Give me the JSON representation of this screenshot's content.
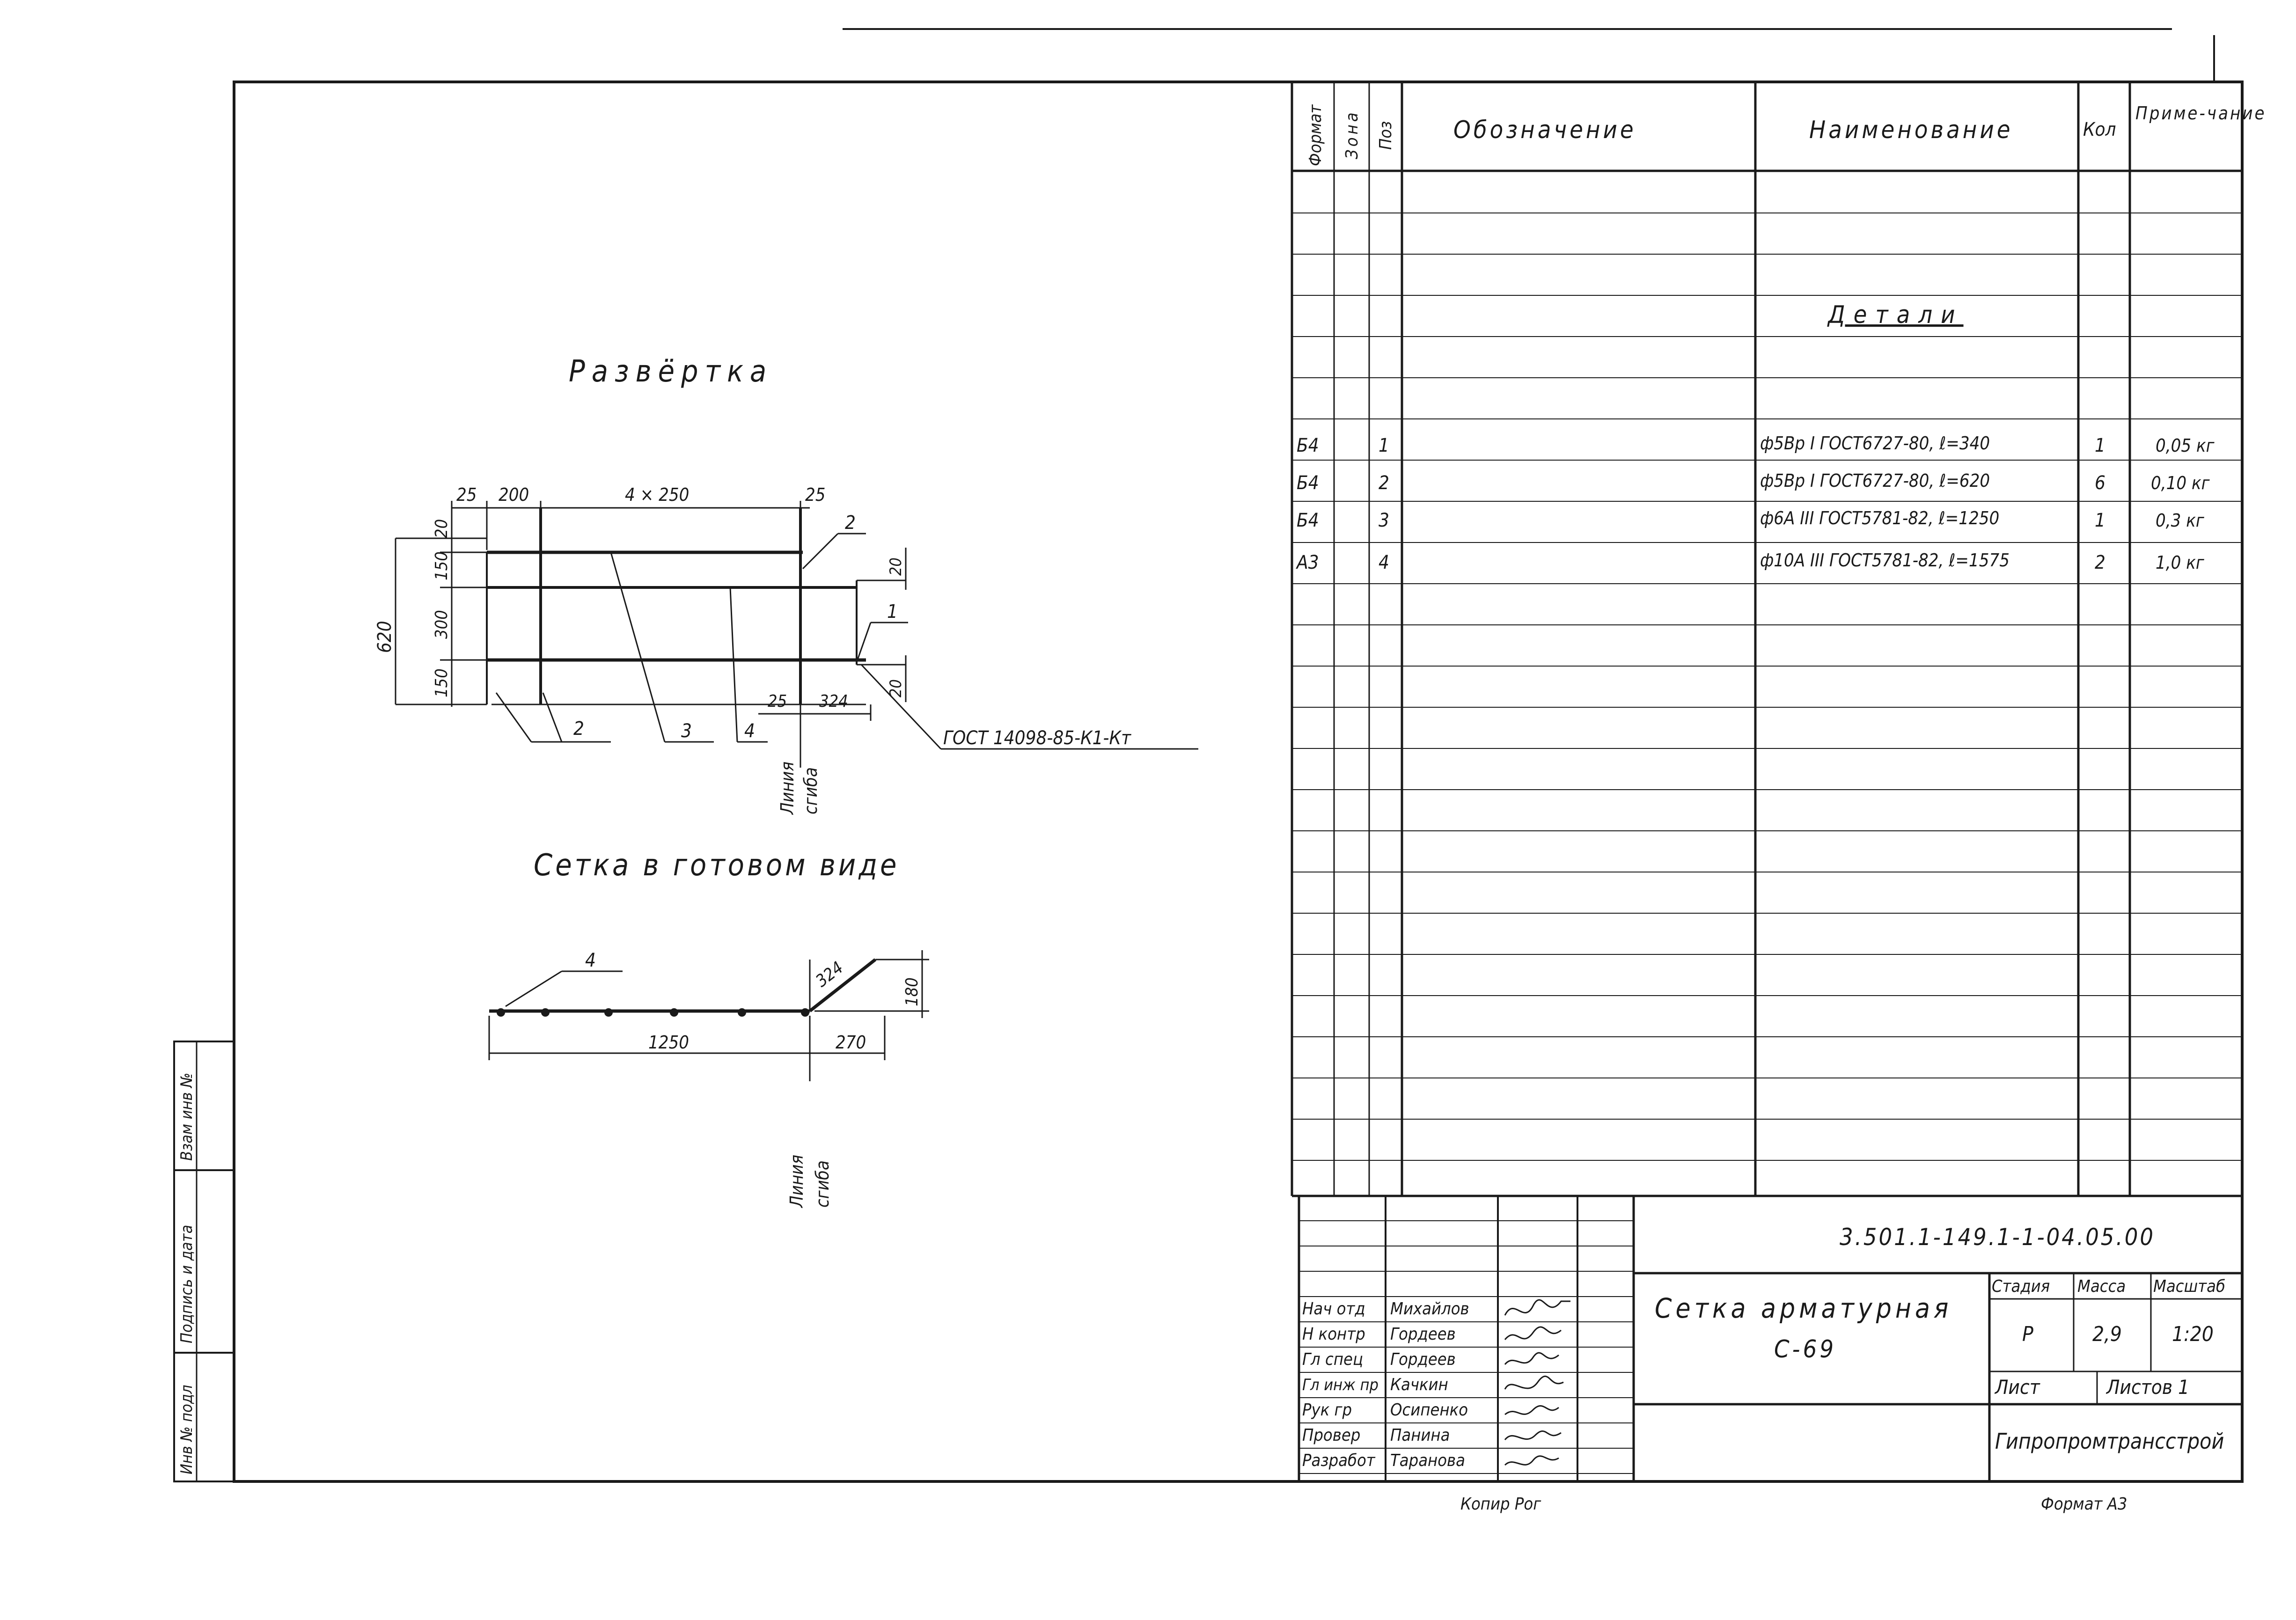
{
  "left_stamp": {
    "inv_no": "Инв № подл",
    "signature_date": "Подпись и дата",
    "replace_inv_no": "Взам инв №"
  },
  "drawing": {
    "razvertka_title": "Развёртка",
    "ready_title": "Сетка в готовом виде",
    "dims_top": [
      "25",
      "200",
      "4 × 250",
      "25"
    ],
    "dims_left": [
      "20",
      "150",
      "300",
      "150"
    ],
    "overall_height": "620",
    "right_dims": [
      "20",
      "20"
    ],
    "bottom_dims": [
      "25",
      "324"
    ],
    "callouts_top": [
      "2",
      "1"
    ],
    "callouts_bottom": [
      "2",
      "3",
      "4"
    ],
    "gost_note": "ГОСТ 14098-85-К1-Кт",
    "bend_line": [
      "Линия",
      "сгиба"
    ],
    "ready_callout": "4",
    "ready_dims": {
      "slant": "324",
      "rise": "180",
      "length": "1250",
      "tail": "270"
    }
  },
  "spec": {
    "headers": {
      "format": "Формат",
      "zone": "Зона",
      "pos": "Поз",
      "designation": "Обозначение",
      "name": "Наименование",
      "qty": "Кол",
      "note": "Приме-чание"
    },
    "section_title": "Детали",
    "rows": [
      {
        "format": "Б4",
        "pos": "1",
        "name": "ф5Вр I ГОСТ6727-80, ℓ=340",
        "qty": "1",
        "note": "0,05 кг"
      },
      {
        "format": "Б4",
        "pos": "2",
        "name": "ф5Вр I ГОСТ6727-80, ℓ=620",
        "qty": "6",
        "note": "0,10 кг"
      },
      {
        "format": "Б4",
        "pos": "3",
        "name": "ф6А III ГОСТ5781-82, ℓ=1250",
        "qty": "1",
        "note": "0,3 кг"
      },
      {
        "format": "А3",
        "pos": "4",
        "name": "ф10А III ГОСТ5781-82, ℓ=1575",
        "qty": "2",
        "note": "1,0 кг"
      }
    ]
  },
  "title_block": {
    "doc_code": "3.501.1-149.1-1-04.05.00",
    "title_line1": "Сетка арматурная",
    "title_line2": "С-69",
    "stage_label": "Стадия",
    "mass_label": "Масса",
    "scale_label": "Масштаб",
    "stage": "Р",
    "mass": "2,9",
    "scale": "1:20",
    "sheet_label": "Лист",
    "sheets_label": "Листов 1",
    "organization": "Гипропромтрансстрой",
    "roles": [
      {
        "role": "Нач отд",
        "name": "Михайлов"
      },
      {
        "role": "Н контр",
        "name": "Гордеев"
      },
      {
        "role": "Гл спец",
        "name": "Гордеев"
      },
      {
        "role": "Гл инж пр",
        "name": "Качкин"
      },
      {
        "role": "Рук гр",
        "name": "Осипенко"
      },
      {
        "role": "Провер",
        "name": "Панина"
      },
      {
        "role": "Разработ",
        "name": "Таранова"
      }
    ]
  },
  "footer": {
    "copied": "Копир Рог",
    "format": "Формат А3"
  }
}
